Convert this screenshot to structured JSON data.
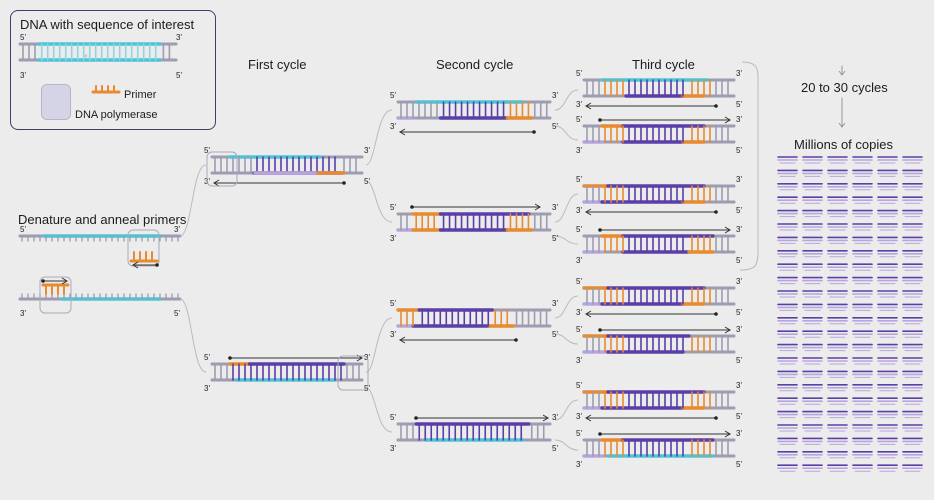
{
  "legend": {
    "title": "DNA with sequence of interest",
    "primer_label": "Primer",
    "polymerase_label": "DNA polymerase",
    "end5": "5'",
    "end3": "3'"
  },
  "stage_labels": {
    "denature": "Denature and anneal primers",
    "first": "First cycle",
    "second": "Second cycle",
    "third": "Third cycle",
    "cycles": "20 to 30 cycles",
    "copies": "Millions of copies"
  },
  "colors": {
    "backbone": "#9d9cb0",
    "target": "#4fc3d6",
    "primer": "#e88a2e",
    "new_strand": "#5a3fa8",
    "new_strand_light": "#b8a5de",
    "box": "#3a3f6b"
  },
  "strand_ends": {
    "five": "5'",
    "three": "3'"
  },
  "copies_grid": {
    "columns": 6,
    "rows": 24
  }
}
